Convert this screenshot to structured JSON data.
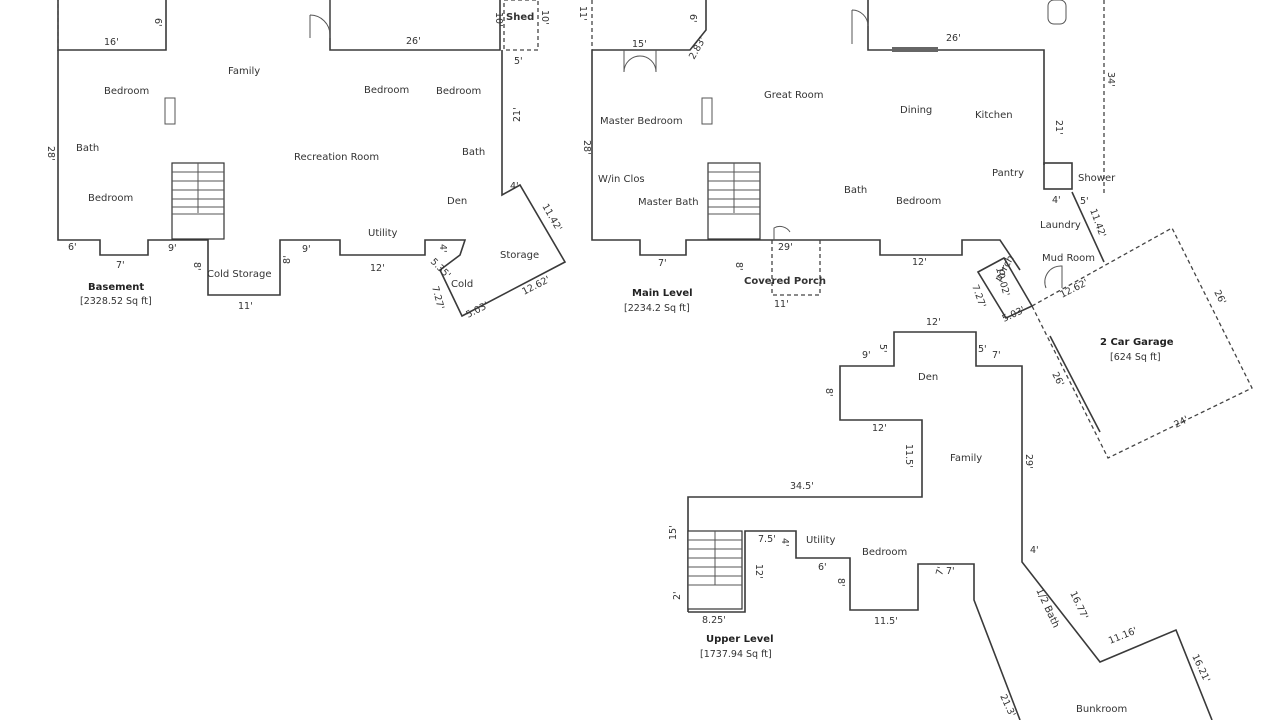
{
  "levels": {
    "basement": {
      "title": "Basement",
      "area": "[2328.52 Sq ft]",
      "rooms": [
        "Family",
        "Bedroom",
        "Bedroom",
        "Bedroom",
        "Bath",
        "Recreation Room",
        "Bedroom",
        "Bath",
        "Utility",
        "Den",
        "Storage",
        "Cold Storage",
        "Cold",
        "Shed"
      ],
      "dims": [
        "16'",
        "26'",
        "28'",
        "10'",
        "10'",
        "5'",
        "21'",
        "4'",
        "11.42'",
        "12.62'",
        "5.03'",
        "7.27'",
        "6'",
        "7'",
        "9'",
        "12'",
        "11'",
        "8'",
        "9'",
        "5.35'",
        "4'",
        "8'",
        "6'"
      ]
    },
    "main": {
      "title": "Main Level",
      "area": "[2234.2 Sq ft]",
      "rooms": [
        "Great Room",
        "Master Bedroom",
        "Dining",
        "Kitchen",
        "W/in Clos",
        "Master Bath",
        "Bath",
        "Bedroom",
        "Pantry",
        "Shower",
        "Laundry",
        "Mud Room",
        "Covered Porch",
        "porch"
      ],
      "dims": [
        "15'",
        "2.83'",
        "26'",
        "34'",
        "21'",
        "28'",
        "4'",
        "5'",
        "11.42'",
        "12.62'",
        "12'",
        "11'",
        "29'",
        "8'",
        "7'",
        "10.02'",
        "7.27'",
        "5.03'",
        "11'",
        "6'"
      ]
    },
    "garage": {
      "title": "2 Car Garage",
      "area": "[624 Sq ft]",
      "dims": [
        "26'",
        "26'",
        "24'"
      ]
    },
    "upper": {
      "title": "Upper Level",
      "area": "[1737.94 Sq ft]",
      "rooms": [
        "Den",
        "Family",
        "Utility",
        "Bedroom",
        "1/2 Bath",
        "Bunkroom"
      ],
      "dims": [
        "12'",
        "9'",
        "5'",
        "5'",
        "7'",
        "8'",
        "12'",
        "11.5'",
        "34.5'",
        "29'",
        "4'",
        "16.77'",
        "11.16'",
        "16.21'",
        "21.3'",
        "15'",
        "7.5'",
        "4'",
        "6'",
        "8'",
        "11.5'",
        "7'",
        "7'",
        "12'",
        "2'",
        "8.25'"
      ]
    }
  }
}
